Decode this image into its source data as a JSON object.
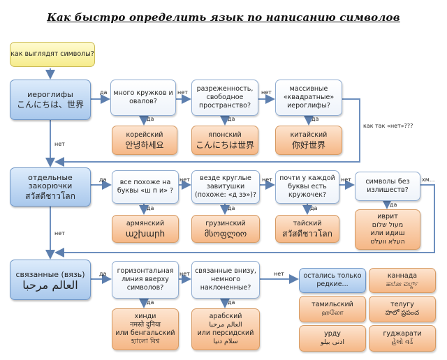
{
  "title": "Как быстро определить язык по написанию символов",
  "start": "как выглядят символы?",
  "rows": {
    "r1": {
      "category": "иероглифы",
      "category_sample": "こんにちは、世界",
      "q1": "много кружков и овалов?",
      "q2": "разреженность, свободное пространство?",
      "q3": "массивные «квадратные» иероглифы?",
      "a1_name": "корейский",
      "a1_sample": "안녕하세요",
      "a2_name": "японский",
      "a2_sample": "こんにちは世界",
      "a3_name": "китайский",
      "a3_sample": "你好世界"
    },
    "r2": {
      "category": "отдельные закорючки",
      "category_sample": "สวัสดีชาวโลก",
      "q1": "все похоже на буквы «ш п и» ?",
      "q2": "везде круглые завитушки (похоже: «д зэ»)?",
      "q3": "почти у каждой буквы есть кружочек?",
      "q4": "символы без излишеств?",
      "a1_name": "армянский",
      "a1_sample": "աշխարհ",
      "a2_name": "грузинский",
      "a2_sample": "მსოფლიო",
      "a3_name": "тайский",
      "a3_sample": "สวัสดีชาวโลก",
      "a4_name": "иврит",
      "a4_sample1": "מעול שלום",
      "a4_mid": "или идиш",
      "a4_sample2": "העלא וועלט"
    },
    "r3": {
      "category": "связанные (вязь)",
      "category_sample": "العالم مرحبا",
      "q1": "горизонтальная линия вверху символов?",
      "q2": "связанные внизу, немного наклоненные?",
      "q3": "остались только редкие...",
      "a1_name": "хинди",
      "a1_sample1": "नमस्ते दुनिया",
      "a1_mid": "или бенгальский",
      "a1_sample2": "হ্যালো বিশ্ব",
      "a2_name": "арабский",
      "a2_sample1": "العالم مرحبا",
      "a2_mid": "или персидский",
      "a2_sample2": "سلام دنیا",
      "rare": [
        {
          "name": "каннада",
          "sample": "ಹಲೋ ವರ್ಲ್ಡ್"
        },
        {
          "name": "тамильский",
          "sample": "ஹலோ"
        },
        {
          "name": "телугу",
          "sample": "హలో ప్రపంచ"
        },
        {
          "name": "урду",
          "sample": "ادنی بیلو"
        },
        {
          "name": "гуджарати",
          "sample": "હેલો વર્ડ"
        }
      ]
    }
  },
  "labels": {
    "yes": "да",
    "no": "нет",
    "how_no": "как так «нет»???",
    "hmm": "хм..."
  }
}
